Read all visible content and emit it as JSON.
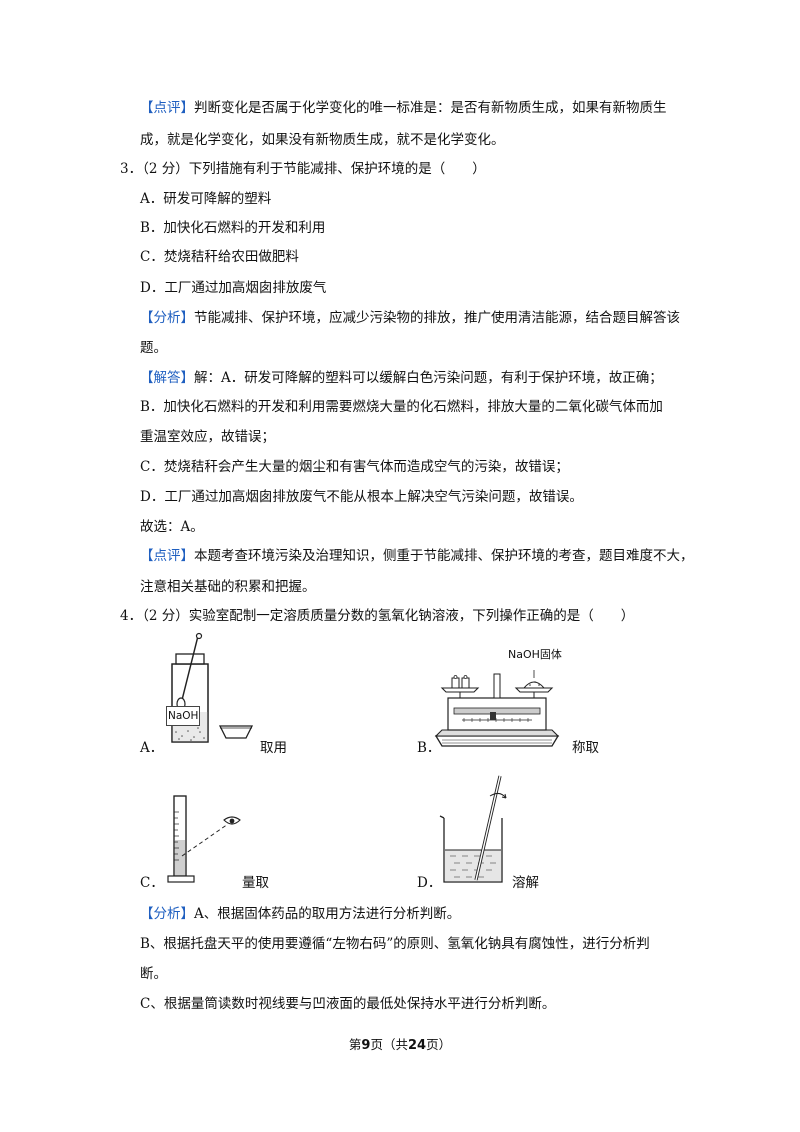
{
  "comment1": {
    "tag": "【点评】",
    "line1": "判断变化是否属于化学变化的唯一标准是：是否有新物质生成，如果有新物质生",
    "line2": "成，就是化学变化，如果没有新物质生成，就不是化学变化。"
  },
  "q3": {
    "stem": "3．（2 分）下列措施有利于节能减排、保护环境的是（　　）",
    "options": [
      "A．研发可降解的塑料",
      "B．加快化石燃料的开发和利用",
      "C．焚烧秸秆给农田做肥料",
      "D．工厂通过加高烟囱排放废气"
    ],
    "analysis_tag": "【分析】",
    "analysis_line1": "节能减排、保护环境，应减少污染物的排放，推广使用清洁能源，结合题目解答该",
    "analysis_line2": "题。",
    "answer_tag": "【解答】",
    "answer_line1": "解：A．研发可降解的塑料可以缓解白色污染问题，有利于保护环境，故正确；",
    "answer_line2": "B．加快化石燃料的开发和利用需要燃烧大量的化石燃料，排放大量的二氧化碳气体而加",
    "answer_line3": "重温室效应，故错误；",
    "answer_line4": "C．焚烧秸秆会产生大量的烟尘和有害气体而造成空气的污染，故错误；",
    "answer_line5": "D．工厂通过加高烟囱排放废气不能从根本上解决空气污染问题，故错误。",
    "choice": "故选：A。",
    "comment_tag": "【点评】",
    "comment_line1": "本题考查环境污染及治理知识，侧重于节能减排、保护环境的考查，题目难度不大，",
    "comment_line2": "注意相关基础的积累和把握。"
  },
  "q4": {
    "stem": "4．（2 分）实验室配制一定溶质质量分数的氢氧化钠溶液，下列操作正确的是（　　）",
    "option_a": {
      "label": "A．",
      "caption": "取用",
      "bottle_label": "NaOH"
    },
    "option_b": {
      "label": "B．",
      "caption": "称取",
      "solid_label": "NaOH固体"
    },
    "option_c": {
      "label": "C．",
      "caption": "量取"
    },
    "option_d": {
      "label": "D．",
      "caption": "溶解"
    },
    "analysis_tag": "【分析】",
    "analysis_line1": "A、根据固体药品的取用方法进行分析判断。",
    "analysis_line2": "B、根据托盘天平的使用要遵循“左物右码”的原则、氢氧化钠具有腐蚀性，进行分析判",
    "analysis_line3": "断。",
    "analysis_line4": "C、根据量筒读数时视线要与凹液面的最低处保持水平进行分析判断。"
  },
  "footer": {
    "prefix": "第",
    "page": "9",
    "mid": "页（共",
    "total": "24",
    "suffix": "页）"
  },
  "colors": {
    "tag": "#1f5fc0",
    "text": "#111111"
  }
}
